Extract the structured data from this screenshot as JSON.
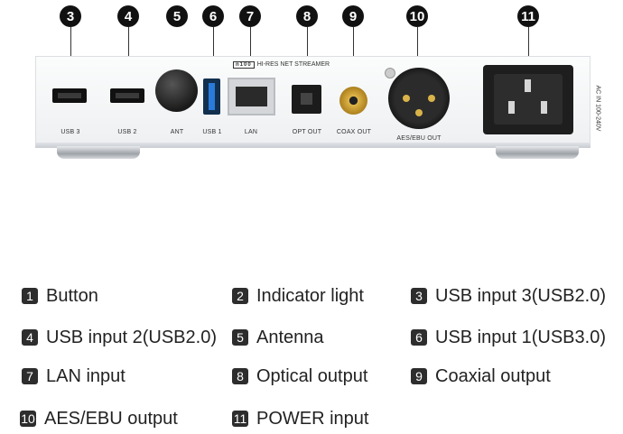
{
  "device": {
    "brand_text": "HI-RES NET STREAMER",
    "port_labels": {
      "usb3": "USB 3",
      "usb2": "USB 2",
      "ant": "ANT",
      "usb1": "USB 1",
      "lan": "LAN",
      "opt_out": "OPT OUT",
      "coax_out": "COAX OUT",
      "aes_ebu_out": "AES/EBU OUT"
    },
    "ac_label": "AC IN 100-240V"
  },
  "callouts": [
    "3",
    "4",
    "5",
    "6",
    "7",
    "8",
    "9",
    "10",
    "11"
  ],
  "legend": [
    {
      "num": "1",
      "text": "Button"
    },
    {
      "num": "2",
      "text": "Indicator light"
    },
    {
      "num": "3",
      "text": "USB input 3(USB2.0)"
    },
    {
      "num": "4",
      "text": "USB input 2(USB2.0)"
    },
    {
      "num": "5",
      "text": "Antenna"
    },
    {
      "num": "6",
      "text": "USB input 1(USB3.0)"
    },
    {
      "num": "7",
      "text": "LAN input"
    },
    {
      "num": "8",
      "text": "Optical output"
    },
    {
      "num": "9",
      "text": "Coaxial output"
    },
    {
      "num": "10",
      "text": "AES/EBU output"
    },
    {
      "num": "11",
      "text": "POWER input"
    }
  ]
}
